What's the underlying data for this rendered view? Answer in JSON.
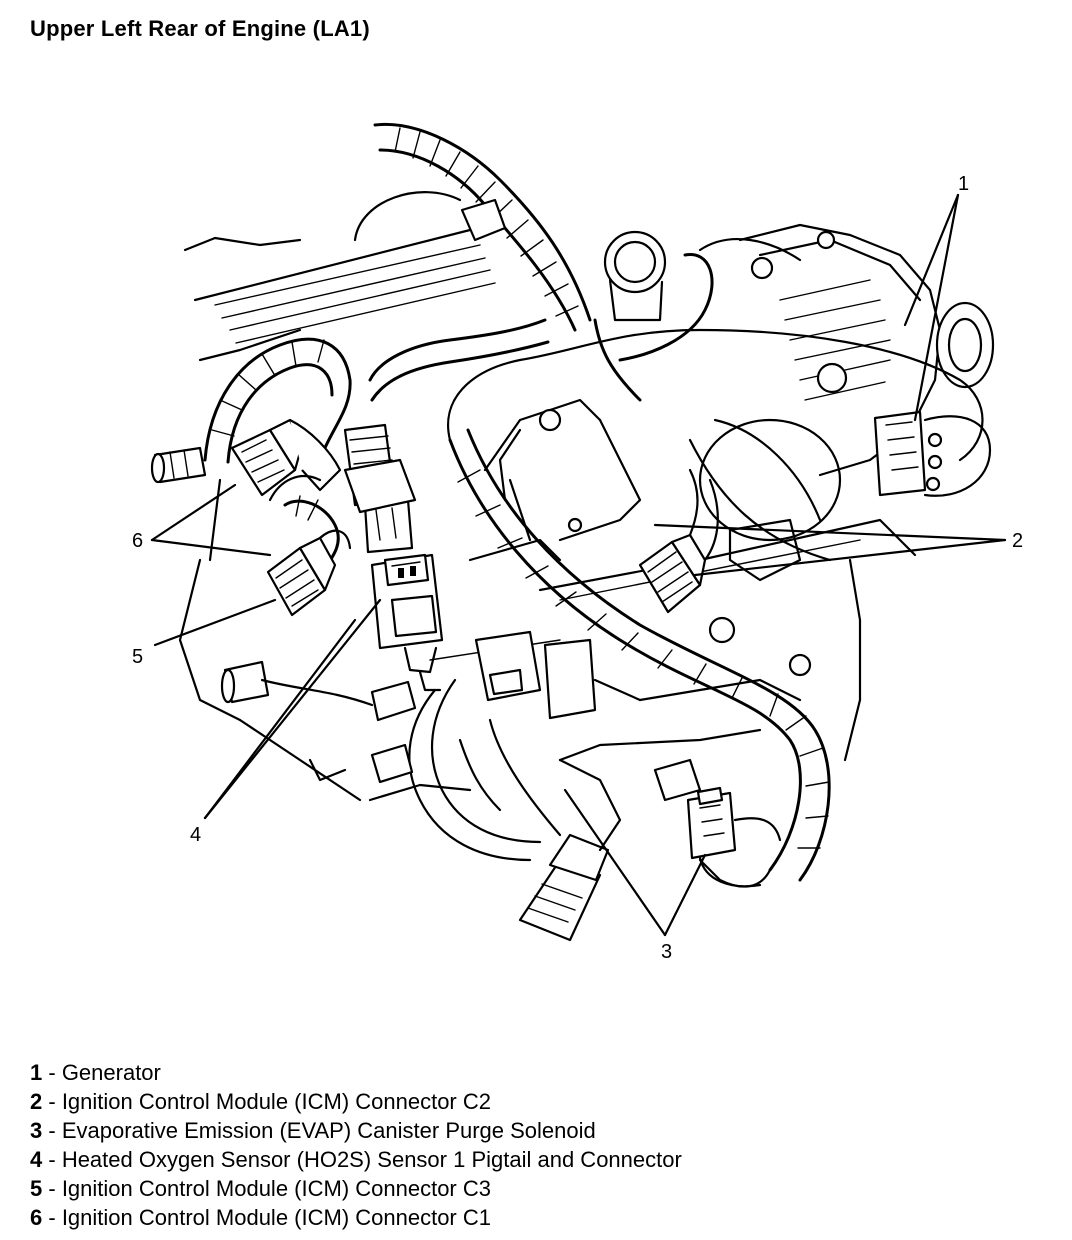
{
  "title": "Upper Left Rear of Engine (LA1)",
  "callouts": [
    {
      "num": "1"
    },
    {
      "num": "2"
    },
    {
      "num": "3"
    },
    {
      "num": "4"
    },
    {
      "num": "5"
    },
    {
      "num": "6"
    }
  ],
  "legend": [
    {
      "num": "1",
      "sep": " - ",
      "text": "Generator"
    },
    {
      "num": "2",
      "sep": " - ",
      "text": "Ignition Control Module (ICM) Connector C2"
    },
    {
      "num": "3",
      "sep": " - ",
      "text": "Evaporative Emission (EVAP) Canister Purge Solenoid"
    },
    {
      "num": "4",
      "sep": " - ",
      "text": "Heated Oxygen Sensor (HO2S) Sensor 1 Pigtail and Connector"
    },
    {
      "num": "5",
      "sep": " - ",
      "text": "Ignition Control Module (ICM) Connector C3"
    },
    {
      "num": "6",
      "sep": " - ",
      "text": "Ignition Control Module (ICM) Connector C1"
    }
  ]
}
